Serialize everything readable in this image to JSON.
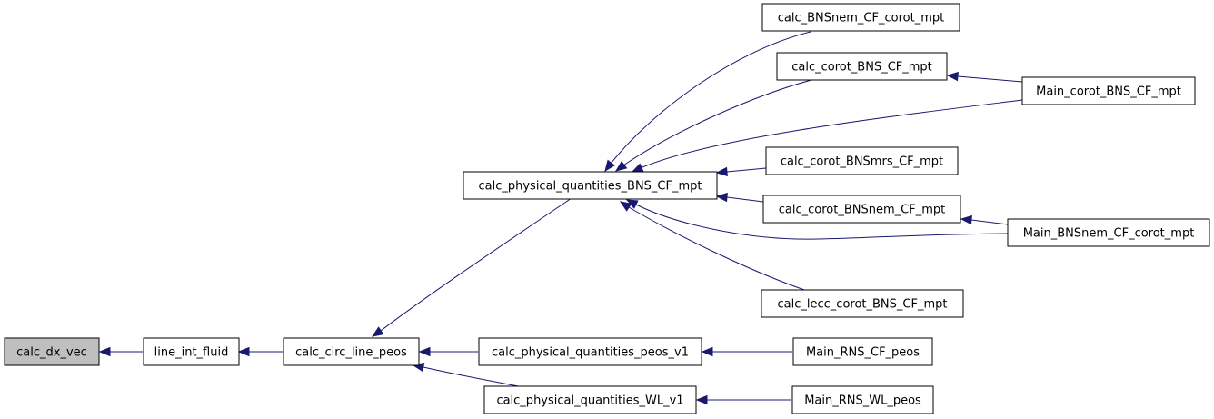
{
  "graph": {
    "edge_color": "#191970",
    "root_fill": "#bfbfbf",
    "nodes": [
      {
        "id": "calc_dx_vec",
        "label": "calc_dx_vec",
        "root": true
      },
      {
        "id": "line_int_fluid",
        "label": "line_int_fluid"
      },
      {
        "id": "calc_circ_line_peos",
        "label": "calc_circ_line_peos"
      },
      {
        "id": "calc_physical_quantities_BNS_CF_mpt",
        "label": "calc_physical_quantities_BNS_CF_mpt"
      },
      {
        "id": "calc_physical_quantities_peos_v1",
        "label": "calc_physical_quantities_peos_v1"
      },
      {
        "id": "calc_physical_quantities_WL_v1",
        "label": "calc_physical_quantities_WL_v1"
      },
      {
        "id": "calc_BNSnem_CF_corot_mpt",
        "label": "calc_BNSnem_CF_corot_mpt"
      },
      {
        "id": "calc_corot_BNS_CF_mpt",
        "label": "calc_corot_BNS_CF_mpt"
      },
      {
        "id": "calc_corot_BNSmrs_CF_mpt",
        "label": "calc_corot_BNSmrs_CF_mpt"
      },
      {
        "id": "calc_corot_BNSnem_CF_mpt",
        "label": "calc_corot_BNSnem_CF_mpt"
      },
      {
        "id": "calc_lecc_corot_BNS_CF_mpt",
        "label": "calc_lecc_corot_BNS_CF_mpt"
      },
      {
        "id": "Main_corot_BNS_CF_mpt",
        "label": "Main_corot_BNS_CF_mpt"
      },
      {
        "id": "Main_BNSnem_CF_corot_mpt",
        "label": "Main_BNSnem_CF_corot_mpt"
      },
      {
        "id": "Main_RNS_CF_peos",
        "label": "Main_RNS_CF_peos"
      },
      {
        "id": "Main_RNS_WL_peos",
        "label": "Main_RNS_WL_peos"
      }
    ],
    "edges": [
      {
        "from": "line_int_fluid",
        "to": "calc_dx_vec"
      },
      {
        "from": "calc_circ_line_peos",
        "to": "line_int_fluid"
      },
      {
        "from": "calc_physical_quantities_BNS_CF_mpt",
        "to": "calc_circ_line_peos"
      },
      {
        "from": "calc_physical_quantities_peos_v1",
        "to": "calc_circ_line_peos"
      },
      {
        "from": "calc_physical_quantities_WL_v1",
        "to": "calc_circ_line_peos"
      },
      {
        "from": "calc_BNSnem_CF_corot_mpt",
        "to": "calc_physical_quantities_BNS_CF_mpt"
      },
      {
        "from": "calc_corot_BNS_CF_mpt",
        "to": "calc_physical_quantities_BNS_CF_mpt"
      },
      {
        "from": "Main_corot_BNS_CF_mpt",
        "to": "calc_physical_quantities_BNS_CF_mpt"
      },
      {
        "from": "calc_corot_BNSmrs_CF_mpt",
        "to": "calc_physical_quantities_BNS_CF_mpt"
      },
      {
        "from": "calc_corot_BNSnem_CF_mpt",
        "to": "calc_physical_quantities_BNS_CF_mpt"
      },
      {
        "from": "Main_BNSnem_CF_corot_mpt",
        "to": "calc_physical_quantities_BNS_CF_mpt"
      },
      {
        "from": "calc_lecc_corot_BNS_CF_mpt",
        "to": "calc_physical_quantities_BNS_CF_mpt"
      },
      {
        "from": "Main_corot_BNS_CF_mpt",
        "to": "calc_corot_BNS_CF_mpt"
      },
      {
        "from": "Main_BNSnem_CF_corot_mpt",
        "to": "calc_corot_BNSnem_CF_mpt"
      },
      {
        "from": "Main_RNS_CF_peos",
        "to": "calc_physical_quantities_peos_v1"
      },
      {
        "from": "Main_RNS_WL_peos",
        "to": "calc_physical_quantities_WL_v1"
      }
    ]
  }
}
